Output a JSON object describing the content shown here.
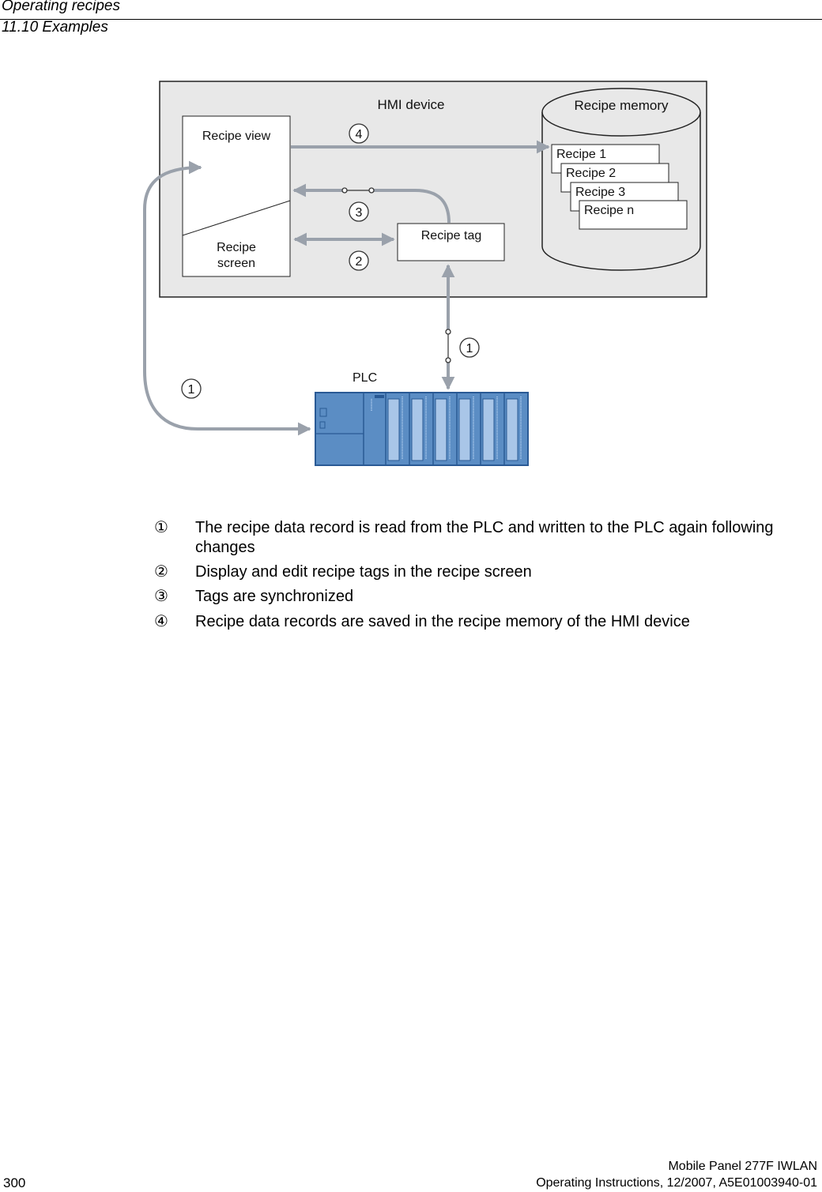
{
  "header": {
    "chapter": "Operating recipes",
    "section": "11.10 Examples"
  },
  "diagram": {
    "hmi_device_label": "HMI device",
    "recipe_memory_label": "Recipe memory",
    "recipe_view_label": "Recipe view",
    "recipe_screen_label_line1": "Recipe",
    "recipe_screen_label_line2": "screen",
    "recipe_tag_label": "Recipe tag",
    "plc_label": "PLC",
    "recipes": [
      "Recipe 1",
      "Recipe 2",
      "Recipe 3",
      "Recipe n"
    ],
    "markers": {
      "one": "1",
      "two": "2",
      "three": "3",
      "four": "4"
    },
    "colors": {
      "arrow": "#9aa1ab",
      "panel_bg": "#e8e8e8",
      "plc_fill": "#5b8dc4",
      "plc_border": "#2a5a95"
    }
  },
  "legend": [
    {
      "marker": "①",
      "text": "The recipe data record is read from the PLC and written to the PLC again following changes"
    },
    {
      "marker": "②",
      "text": "Display and edit recipe tags in the recipe screen"
    },
    {
      "marker": "③",
      "text": "Tags are synchronized"
    },
    {
      "marker": "④",
      "text": "Recipe data records are saved in the recipe memory of the HMI device"
    }
  ],
  "footer": {
    "page_number": "300",
    "product": "Mobile Panel 277F IWLAN",
    "doc_info": "Operating Instructions, 12/2007, A5E01003940-01"
  }
}
